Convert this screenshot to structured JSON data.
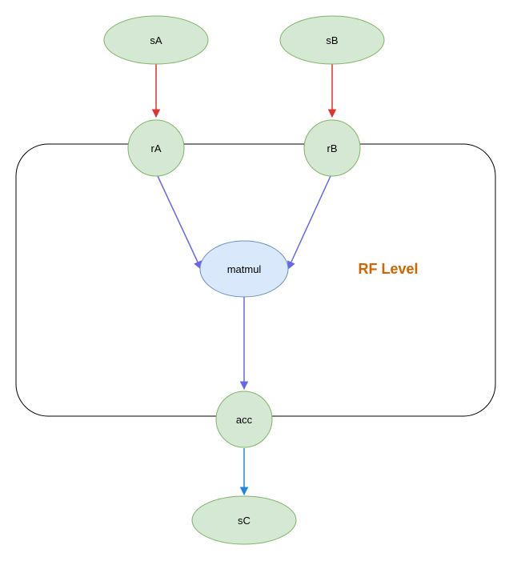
{
  "diagram": {
    "region": {
      "label": "RF Level",
      "label_color": "#cc6600"
    },
    "nodes": {
      "sA": "sA",
      "sB": "sB",
      "rA": "rA",
      "rB": "rB",
      "matmul": "matmul",
      "acc": "acc",
      "sC": "sC"
    },
    "colors": {
      "storage_fill": "#d5e8d4",
      "storage_stroke": "#82b366",
      "op_fill": "#dae8fc",
      "op_stroke": "#6c8ebf",
      "load_edge": "#e03030",
      "compute_edge": "#6666ee",
      "store_edge": "#1b87e6"
    },
    "edges": [
      {
        "from": "sA",
        "to": "rA"
      },
      {
        "from": "sB",
        "to": "rB"
      },
      {
        "from": "rA",
        "to": "matmul"
      },
      {
        "from": "rB",
        "to": "matmul"
      },
      {
        "from": "matmul",
        "to": "acc"
      },
      {
        "from": "acc",
        "to": "sC"
      }
    ]
  }
}
